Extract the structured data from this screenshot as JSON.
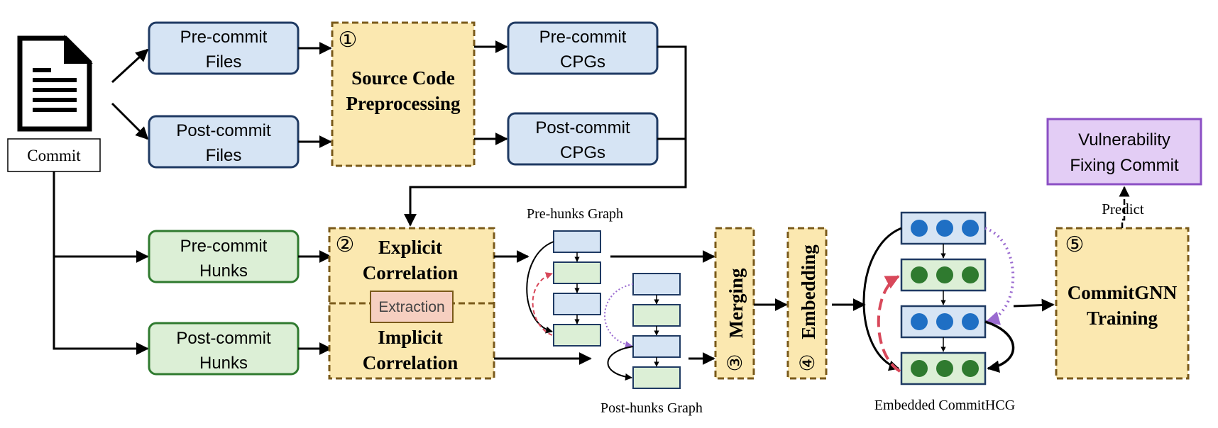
{
  "commit": {
    "label": "Commit"
  },
  "inputs": {
    "pre_commit_files": [
      "Pre-commit",
      "Files"
    ],
    "post_commit_files": [
      "Post-commit",
      "Files"
    ],
    "pre_commit_hunks": [
      "Pre-commit",
      "Hunks"
    ],
    "post_commit_hunks": [
      "Post-commit",
      "Hunks"
    ]
  },
  "cpgs": {
    "pre": [
      "Pre-commit",
      "CPGs"
    ],
    "post": [
      "Post-commit",
      "CPGs"
    ]
  },
  "stages": {
    "source_code_preprocessing": {
      "number": "①",
      "lines": [
        "Source Code",
        "Preprocessing"
      ]
    },
    "explicit_correlation": {
      "number": "②",
      "lines": [
        "Explicit",
        "Correlation"
      ]
    },
    "implicit_correlation": {
      "lines": [
        "Implicit",
        "Correlation"
      ]
    },
    "extraction": "Extraction",
    "merging": {
      "number": "③",
      "label": "Merging"
    },
    "embedding": {
      "number": "④",
      "label": "Embedding"
    },
    "training": {
      "number": "⑤",
      "lines": [
        "CommitGNN",
        "Training"
      ]
    }
  },
  "graphs": {
    "pre_hunks_label": "Pre-hunks Graph",
    "post_hunks_label": "Post-hunks Graph",
    "embedded_label": "Embedded CommitHCG"
  },
  "output": {
    "predict_label": "Predict",
    "result_lines": [
      "Vulnerability",
      "Fixing Commit"
    ]
  },
  "colors": {
    "blue_fill": "#d6e4f4",
    "blue_stroke": "#1f3a63",
    "green_fill": "#dcefd6",
    "green_stroke": "#2f7a2f",
    "stage_fill": "#fbe8b0",
    "stage_stroke": "#7a5a1a",
    "extraction_fill": "#f6cfc0",
    "result_fill": "#e3cdf5",
    "result_stroke": "#8b4fc4",
    "node_blue": "#1f6fc4",
    "node_green": "#2f7a2f",
    "red_edge": "#d8485a",
    "purple_edge": "#9a6ad0"
  },
  "icons": [
    "document-icon"
  ]
}
